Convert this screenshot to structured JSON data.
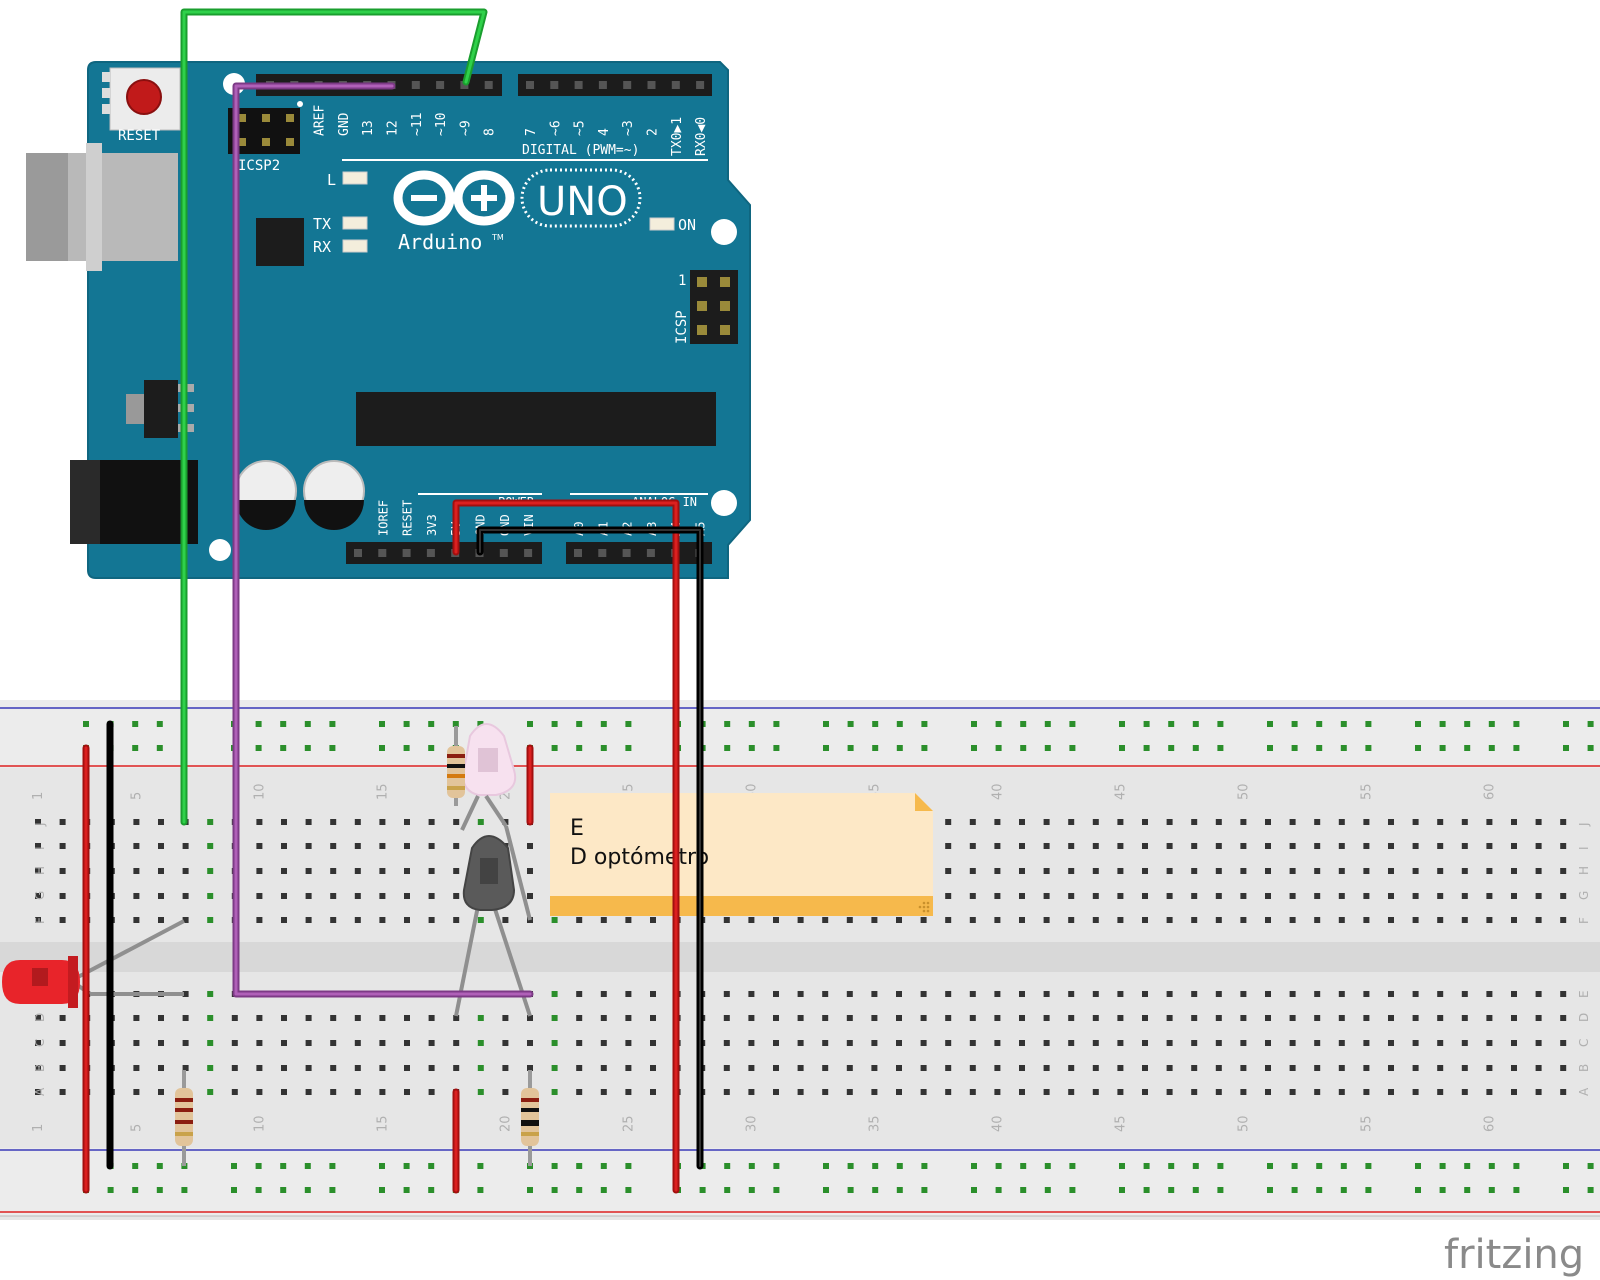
{
  "arduino": {
    "reset_label": "RESET",
    "icsp2_label": "ICSP2",
    "icsp_label": "ICSP",
    "icsp_pin1": "1",
    "digital_label": "DIGITAL (PWM=~)",
    "led_l": "L",
    "led_tx": "TX",
    "led_rx": "RX",
    "led_on": "ON",
    "uno_label": "UNO",
    "brand": "Arduino",
    "tm": "TM",
    "top_pins": [
      "AREF",
      "GND",
      "13",
      "12",
      "~11",
      "~10",
      "~9",
      "8",
      "7",
      "~6",
      "~5",
      "4",
      "~3",
      "2",
      "TX0▶1",
      "RX0◀0"
    ],
    "bottom_left_pins": [
      "IOREF",
      "RESET",
      "3V3",
      "5V",
      "GND",
      "GND",
      "VIN"
    ],
    "bottom_power_label": "POWER",
    "bottom_in_label": "ANALOG IN",
    "bottom_analog_pins": [
      "A0",
      "A1",
      "A2",
      "A3",
      "A4",
      "A5"
    ]
  },
  "breadboard": {
    "column_numbers": [
      "1",
      "5",
      "10",
      "15",
      "20",
      "25",
      "30",
      "35",
      "40",
      "45",
      "50",
      "55",
      "60"
    ],
    "top_row_letters": [
      "J",
      "I",
      "H",
      "G",
      "F"
    ],
    "bottom_row_letters": [
      "E",
      "D",
      "C",
      "B",
      "A"
    ]
  },
  "note": {
    "line1": "E",
    "line2": "D  optómetro"
  },
  "watermark": "fritzing",
  "colors": {
    "board": "#137694",
    "board_edge": "#0f6680",
    "breadboard": "#e4e4e4",
    "rail_red": "#d22",
    "rail_blue": "#33b",
    "wire_green": "#1fb53a",
    "wire_purple": "#9b4fa3",
    "wire_red": "#c81414",
    "wire_black": "#151515",
    "note_bg": "#fde8c6",
    "note_bar": "#f6b94c"
  }
}
